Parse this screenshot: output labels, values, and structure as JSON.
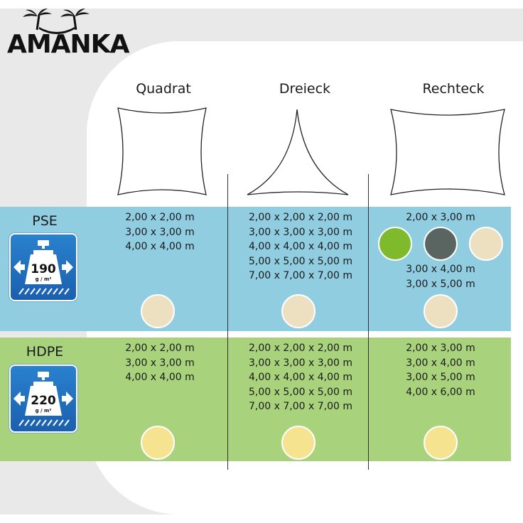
{
  "brand": {
    "name": "AMANKA"
  },
  "columns": [
    {
      "id": "quadrat",
      "label": "Quadrat"
    },
    {
      "id": "dreieck",
      "label": "Dreieck"
    },
    {
      "id": "rechteck",
      "label": "Rechteck"
    }
  ],
  "rows": [
    {
      "id": "pse",
      "label": "PSE",
      "badge": {
        "value": "190",
        "unit": "g / m²",
        "icon": "weight-stretch-icon"
      },
      "color": "#90cde0",
      "cells": [
        {
          "sizes": [
            "2,00 x 2,00 m",
            "3,00 x 3,00 m",
            "4,00 x 4,00 m"
          ]
        },
        {
          "sizes": [
            "2,00 x 2,00 x 2,00 m",
            "3,00 x 3,00 x 3,00 m",
            "4,00 x 4,00 x 4,00 m",
            "5,00 x 5,00 x 5,00 m",
            "7,00 x 7,00 x 7,00 m"
          ]
        },
        {
          "sizes_top": [
            "2,00 x 3,00 m"
          ],
          "sizes_bottom": [
            "3,00 x 4,00 m",
            "3,00 x 5,00 m"
          ]
        }
      ],
      "swatch_colors": {
        "cream": "#ece0c0",
        "green": "#7fba2c",
        "anthracite": "#5a6460"
      }
    },
    {
      "id": "hdpe",
      "label": "HDPE",
      "badge": {
        "value": "220",
        "unit": "g / m²",
        "icon": "weight-stretch-icon"
      },
      "color": "#a9d27c",
      "cells": [
        {
          "sizes": [
            "2,00 x 2,00 m",
            "3,00 x 3,00 m",
            "4,00 x 4,00 m"
          ]
        },
        {
          "sizes": [
            "2,00 x 2,00 x 2,00 m",
            "3,00 x 3,00 x 3,00 m",
            "4,00 x 4,00 x 4,00 m",
            "5,00 x 5,00 x 5,00 m",
            "7,00 x 7,00 x 7,00 m"
          ]
        },
        {
          "sizes": [
            "2,00 x 3,00 m",
            "3,00 x 4,00 m",
            "3,00 x 5,00 m",
            "4,00 x 6,00 m"
          ]
        }
      ],
      "swatch_colors": {
        "yellow": "#f6e38f"
      }
    }
  ]
}
